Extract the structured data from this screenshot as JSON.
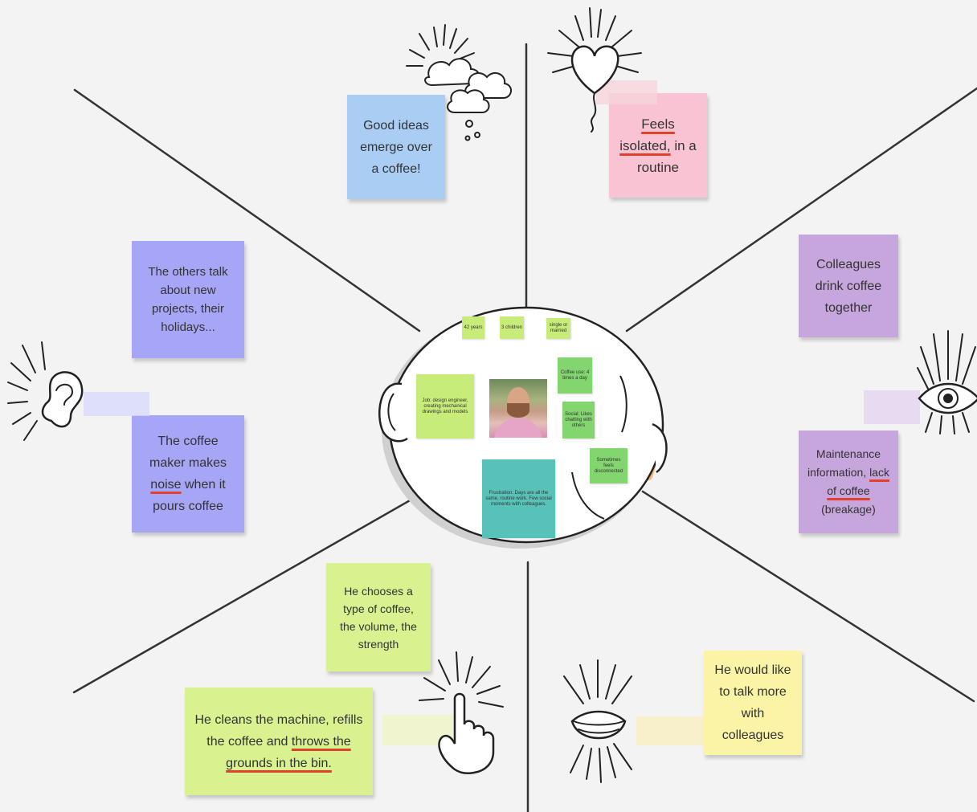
{
  "colors": {
    "background": "#f3f3f3",
    "line": "#333333",
    "underline": "#e0412b",
    "blue": "#a9cdf3",
    "pink": "#f9c3d3",
    "purple": "#c6a6dc",
    "indigo": "#a7a5f5",
    "yellow_green": "#d7f28f",
    "light_yellow": "#fbf3a6",
    "green_mini": "#c8ec79",
    "teal_mini": "#58c2b9"
  },
  "notes": {
    "think": "Good ideas emerge over a coffee!",
    "feel_pre": "",
    "feel_u1": "Feels",
    "feel_u2": "isolated,",
    "feel_post": " in a routine",
    "see_top": "Colleagues drink coffee together",
    "see_pre": "Maintenance information, ",
    "see_u": "lack of coffee",
    "see_post": " (breakage)",
    "hear_top": "The others talk about new projects, their holidays...",
    "hear_pre": "The coffee maker makes ",
    "hear_u": "noise",
    "hear_post": " when it pours coffee",
    "do_top": "He chooses a type of coffee, the volume, the strength",
    "do_pre": "He cleans the machine, refills the coffee and ",
    "do_u": "throws the grounds in the bin.",
    "say": "He would like to talk more with colleagues"
  },
  "persona": {
    "age": "42 years",
    "children": "3 children",
    "status": "single or married",
    "job": "Job: design engineer, creating mechanical drawings and models",
    "coffee": "Coffee use: 4 times a day",
    "social": "Social: Likes chatting with others",
    "extra": "Sometimes feels disconnected",
    "frustration": "Frustration: Days are all the same, routine work. Few social moments with colleagues."
  },
  "icons": [
    "thought-cloud-icon",
    "heart-balloon-icon",
    "eye-icon",
    "ear-icon",
    "pointing-hand-icon",
    "mouth-icon",
    "person-photo"
  ]
}
